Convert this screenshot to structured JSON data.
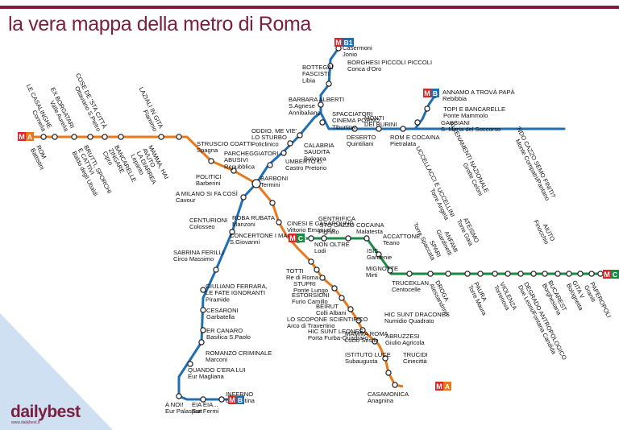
{
  "title": "la vera mappa della metro di Roma",
  "logo": "dailybest",
  "logo_url": "www.dailybest.it",
  "colors": {
    "brand": "#7a1f3d",
    "line_a": "#e8781d",
    "line_b": "#1f6fb2",
    "line_c": "#1a8a44",
    "corner": "#cfe0f2",
    "badge_m": "#d9262b"
  },
  "badges": [
    {
      "name": "badge-a-west",
      "line": "A",
      "letter": "A"
    },
    {
      "name": "badge-a-south",
      "line": "A",
      "letter": "A"
    },
    {
      "name": "badge-b1",
      "line": "B",
      "letter": "B1"
    },
    {
      "name": "badge-b-east",
      "line": "B",
      "letter": "B"
    },
    {
      "name": "badge-b-south",
      "line": "B",
      "letter": "B"
    },
    {
      "name": "badge-c-west",
      "line": "C",
      "letter": "C"
    },
    {
      "name": "badge-c-east",
      "line": "C",
      "letter": "C"
    }
  ],
  "stations": [
    {
      "id": "casermoni",
      "lines": [
        "Casermoni",
        "Jonio"
      ]
    },
    {
      "id": "borghesi",
      "lines": [
        "BORGHESI PICCOLI PICCOLI",
        "Conca d'Oro"
      ]
    },
    {
      "id": "bottegai",
      "lines": [
        "BOTTEGAI",
        "FASCISTI",
        "Libia"
      ]
    },
    {
      "id": "barbara",
      "lines": [
        "BARBARA ALBERTI",
        "S.Agnese",
        "Annibaliano"
      ]
    },
    {
      "id": "spacciatori",
      "lines": [
        "SPACCIATORI",
        "CINEMA PORNO",
        "Tiburtina"
      ]
    },
    {
      "id": "monti",
      "lines": [
        "MONTI",
        "DEI BURINI"
      ]
    },
    {
      "id": "deserto",
      "lines": [
        "DESERTO",
        "Quintiliani"
      ]
    },
    {
      "id": "romecocaina",
      "lines": [
        "ROM E COCAINA",
        "Pietralata"
      ]
    },
    {
      "id": "annamo",
      "lines": [
        "ANNAMO A TROVÀ PAPÀ",
        "Rebibbia"
      ]
    },
    {
      "id": "topi",
      "lines": [
        "TOPI E BANCARELLE",
        "Ponte Mammolo"
      ]
    },
    {
      "id": "gabbiani",
      "lines": [
        "GABBIANI",
        "S. Maria del Soccorso"
      ]
    },
    {
      "id": "oddio",
      "lines": [
        "ODDIO, ME VIE'",
        "LO STURBO",
        "Policlinico"
      ]
    },
    {
      "id": "calabria",
      "lines": [
        "CALABRIA",
        "SAUDITA",
        "Bologna"
      ]
    },
    {
      "id": "umberto",
      "lines": [
        "UMBERTO D.",
        "Castro Pretorio"
      ]
    },
    {
      "id": "parcheggiatori",
      "lines": [
        "PARCHEGGIATORI",
        "ABUSIVI",
        "Repubblica"
      ]
    },
    {
      "id": "strusciocoatti",
      "lines": [
        "STRUSCIO COATTI",
        "Spagna"
      ]
    },
    {
      "id": "politici",
      "lines": [
        "POLITICI",
        "Barberini"
      ]
    },
    {
      "id": "barboni",
      "lines": [
        "BARBONI",
        "Termini"
      ]
    },
    {
      "id": "amilano",
      "lines": [
        "A MILANO SI FA COSÌ",
        "Cavour"
      ]
    },
    {
      "id": "centurioni",
      "lines": [
        "CENTURIONI",
        "Colosseo"
      ]
    },
    {
      "id": "sabrina",
      "lines": [
        "SABRINA FERILLI",
        "Circo Massimo"
      ]
    },
    {
      "id": "giuliano",
      "lines": [
        "GIULIANO FERRARA,",
        "LE FATE IGNORANTI",
        "Piramide"
      ]
    },
    {
      "id": "cesaroni",
      "lines": [
        "CESARONI",
        "Garbatella"
      ]
    },
    {
      "id": "ercanaro",
      "lines": [
        "ER CANARO",
        "Basilica S.Paolo"
      ]
    },
    {
      "id": "romanzo",
      "lines": [
        "ROMANZO CRIMINALE",
        "Marconi"
      ]
    },
    {
      "id": "quando",
      "lines": [
        "QUANDO C'ERA LUI",
        "Eur Magliana"
      ]
    },
    {
      "id": "anoi",
      "lines": [
        "A NOI!",
        "Eur Palasport"
      ]
    },
    {
      "id": "eia",
      "lines": [
        "EIA EIA...",
        "Eur Fermi"
      ]
    },
    {
      "id": "inferno",
      "lines": [
        "INFERNO",
        "Laurentina"
      ]
    },
    {
      "id": "robarubata",
      "lines": [
        "ROBA RUBATA",
        "Manzoni"
      ]
    },
    {
      "id": "cinesi",
      "lines": [
        "CINESI E CASAPOUND",
        "Vittorio Emanuele"
      ]
    },
    {
      "id": "concertone",
      "lines": [
        "CONCERTONE I MAGGIO",
        "S.Giovanni"
      ]
    },
    {
      "id": "totti",
      "lines": [
        "TOTTI",
        "Re di Roma"
      ]
    },
    {
      "id": "stupri",
      "lines": [
        "STUPRI",
        "Ponte Lungo"
      ]
    },
    {
      "id": "estorsioni",
      "lines": [
        "ESTORSIONI",
        "Furio Camillo"
      ]
    },
    {
      "id": "beirut",
      "lines": [
        "BEIRUT",
        "Colli Albani"
      ]
    },
    {
      "id": "scopone",
      "lines": [
        "LO SCOPONE SCIENTIFICO",
        "Arco di Travertino"
      ]
    },
    {
      "id": "hicleones",
      "lines": [
        "HIC SUNT LEONES",
        "Porta Furba-Quadraro"
      ]
    },
    {
      "id": "hicdracones",
      "lines": [
        "HIC SUNT DRACONES",
        "Numidio Quadrato"
      ]
    },
    {
      "id": "mammaroma",
      "lines": [
        "MAMMA ROMA",
        "Lucio Sestio"
      ]
    },
    {
      "id": "abruzzesi",
      "lines": [
        "ABRUZZESI",
        "Giulio Agricola"
      ]
    },
    {
      "id": "istituto",
      "lines": [
        "ISTITUTO LUCE",
        "Subaugusta"
      ]
    },
    {
      "id": "trucidi",
      "lines": [
        "TRUCIDI",
        "Cinecittà"
      ]
    },
    {
      "id": "casamonica",
      "lines": [
        "CASAMONICA",
        "Anagnina"
      ]
    },
    {
      "id": "gentrifica",
      "lines": [
        "GENTRIFICA",
        "'STO CAZZO",
        "Pigneto"
      ]
    },
    {
      "id": "cocaina",
      "lines": [
        "COCAINA",
        "Malatesta"
      ]
    },
    {
      "id": "accattone",
      "lines": [
        "ACCATTONE",
        "Teano"
      ]
    },
    {
      "id": "nonoltre",
      "lines": [
        "NON OLTRE",
        "Lodi"
      ]
    },
    {
      "id": "isis",
      "lines": [
        "ISIS",
        "Gardenie"
      ]
    },
    {
      "id": "mignotte",
      "lines": [
        "MIGNOTTE",
        "Mirti"
      ]
    },
    {
      "id": "truceklan",
      "lines": [
        "TRUCEKLAN",
        "Centocelle"
      ]
    },
    {
      "id": "droga",
      "lines": [
        "DROGA",
        "Alessandrino"
      ]
    },
    {
      "id": "spari",
      "lines": [
        "SPARI",
        "Torre Spaccata"
      ]
    },
    {
      "id": "paura",
      "lines": [
        "PAURA",
        "Torre Maura"
      ]
    },
    {
      "id": "anfami",
      "lines": [
        "ANFAMI",
        "Giardinetti"
      ]
    },
    {
      "id": "uccellacci",
      "lines": [
        "UCCELLACCI E UCCELLINI",
        "Torre Angela"
      ]
    },
    {
      "id": "violenza",
      "lines": [
        "VIOLENZA",
        "Torrenova"
      ]
    },
    {
      "id": "ateismo",
      "lines": [
        "ATEISMO",
        "Torre Gaia"
      ]
    },
    {
      "id": "allenamenti",
      "lines": [
        "ALLENAMENTI NAZIONALE",
        "Grotte Celoni"
      ]
    },
    {
      "id": "degrado",
      "lines": [
        "DEGRADO ANTROPOLOGICO",
        "Due Leoni/Fontana Candida"
      ]
    },
    {
      "id": "bucarest",
      "lines": [
        "BUCAREST",
        "Borghesiana"
      ]
    },
    {
      "id": "aiuto",
      "lines": [
        "AIUTO",
        "Finocchio"
      ]
    },
    {
      "id": "gitav",
      "lines": [
        "GITA V",
        "Bolognetta"
      ]
    },
    {
      "id": "ndocazzo",
      "lines": [
        "'NDO CAZZO SEMO FINITI?",
        "Monte Compatri/Pantano"
      ]
    },
    {
      "id": "paperopoli",
      "lines": [
        "PAPEROPOLI",
        "Graniti"
      ]
    },
    {
      "id": "lecasalinghe",
      "lines": [
        "LE CASALINGHE",
        "Cornelia"
      ]
    },
    {
      "id": "rom",
      "lines": [
        "ROM",
        "Battistini"
      ]
    },
    {
      "id": "exborgatari",
      "lines": [
        "EX BORGATARI",
        "Valle Aurelia"
      ]
    },
    {
      "id": "brutti",
      "lines": [
        "BRUTTI, SPORCHI",
        "E CATTIVI",
        "Baldo degli Ubaldi"
      ]
    },
    {
      "id": "cose",
      "lines": [
        "COSE DE 'STA CITTÀ",
        "Ottaviano S.Pietro"
      ]
    },
    {
      "id": "bancarelle",
      "lines": [
        "BANCARELLE",
        "ZINGARE",
        "Cipro"
      ]
    },
    {
      "id": "laziali",
      "lines": [
        "LAZIALI IN GITA",
        "Flaminio"
      ]
    },
    {
      "id": "mamma",
      "lines": [
        "MAMMA, HAI",
        "AVUTO",
        "LA DIARREA",
        "Lepanto"
      ]
    }
  ]
}
